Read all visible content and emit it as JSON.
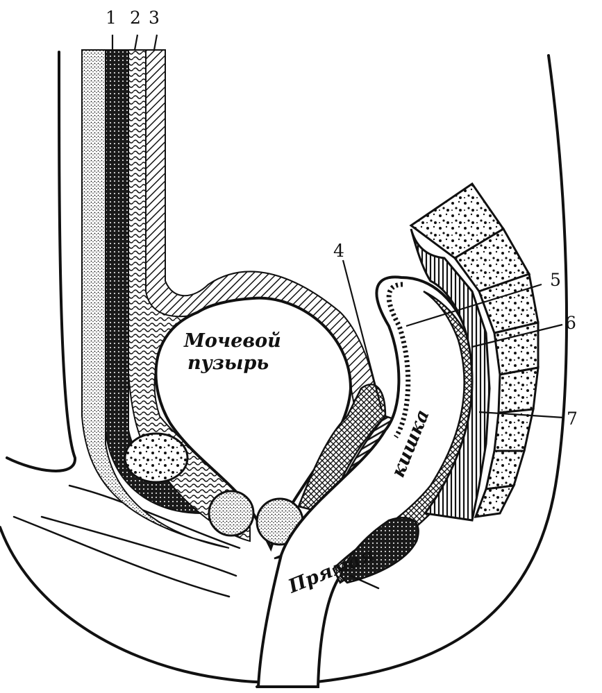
{
  "labels": {
    "n1": "1",
    "n2": "2",
    "n3": "3",
    "n4": "4",
    "n5": "5",
    "n6": "6",
    "n7": "7"
  },
  "organs": {
    "bladder_line1": "Мочевой",
    "bladder_line2": "пузырь",
    "rectum_word1": "Прямая",
    "rectum_word2": "кишка"
  }
}
